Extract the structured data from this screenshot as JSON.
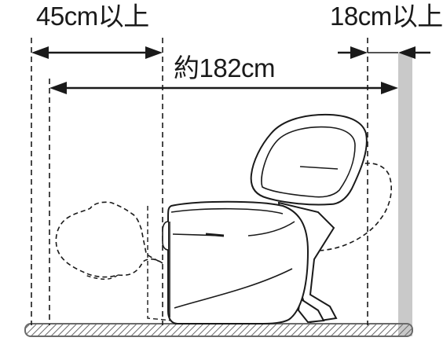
{
  "labels": {
    "front_clearance": "45cm以上",
    "rear_clearance": "18cm以上",
    "total_length": "約182cm"
  },
  "colors": {
    "line": "#1a1a1a",
    "wall": "#c9c9c9",
    "floor": "#a8a8a8",
    "chair_fill": "#ffffff"
  }
}
